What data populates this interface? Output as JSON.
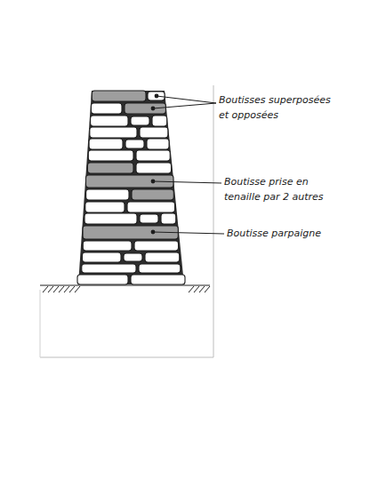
{
  "diagram": {
    "labels": [
      "Boutisses superposées et opposées",
      "Boutisse prise en tenaille par 2 autres",
      "Boutisse parpaigne"
    ]
  }
}
